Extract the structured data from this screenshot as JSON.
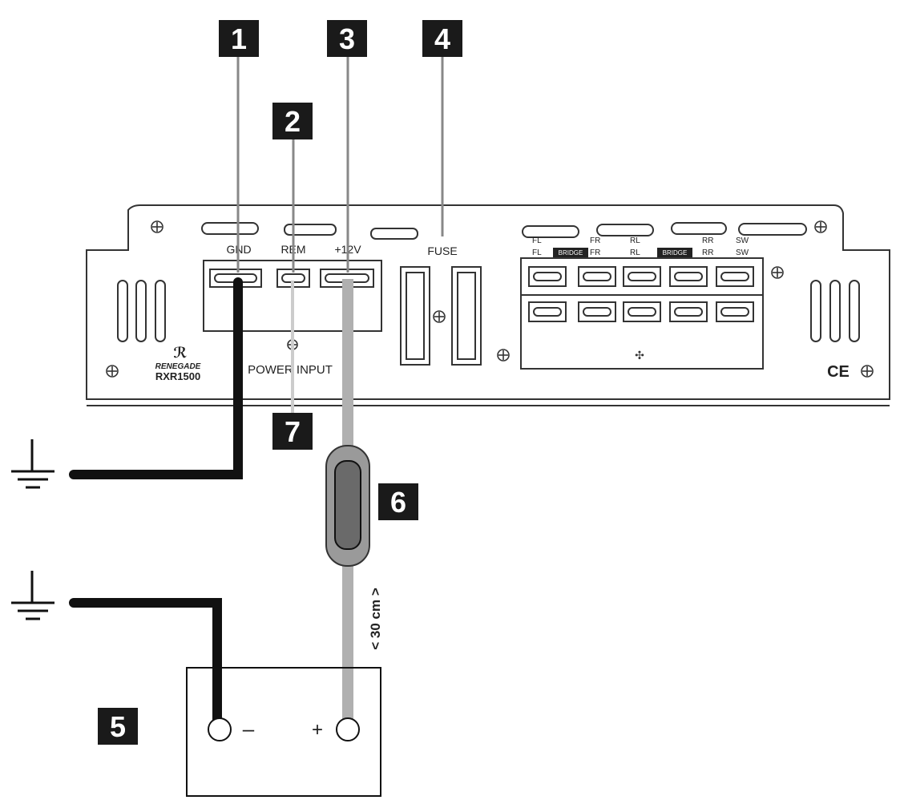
{
  "amplifier": {
    "brand": "RENEGADE",
    "model": "RXR1500",
    "terminal_labels": {
      "gnd": "GND",
      "rem": "REM",
      "plus12v": "+12V",
      "fuse": "FUSE"
    },
    "power_input_label": "POWER INPUT",
    "speaker_terminals": {
      "row1": [
        "FL",
        "FR",
        "RL",
        "RR",
        "SW"
      ],
      "row2": [
        "FL",
        "FR",
        "RL",
        "RR",
        "SW"
      ],
      "bridge_label": "BRIDGE"
    },
    "ce_mark": "CE"
  },
  "callouts": [
    "1",
    "2",
    "3",
    "4",
    "5",
    "6",
    "7"
  ],
  "battery": {
    "minus_label": "–",
    "plus_label": "+"
  },
  "distance_label": "< 30 cm >",
  "colors": {
    "ground_wire": "#111111",
    "power_wire": "#b0b0b0",
    "remote_wire": "#cccccc",
    "callout_bg": "#1a1a1a",
    "outline": "#333333"
  }
}
